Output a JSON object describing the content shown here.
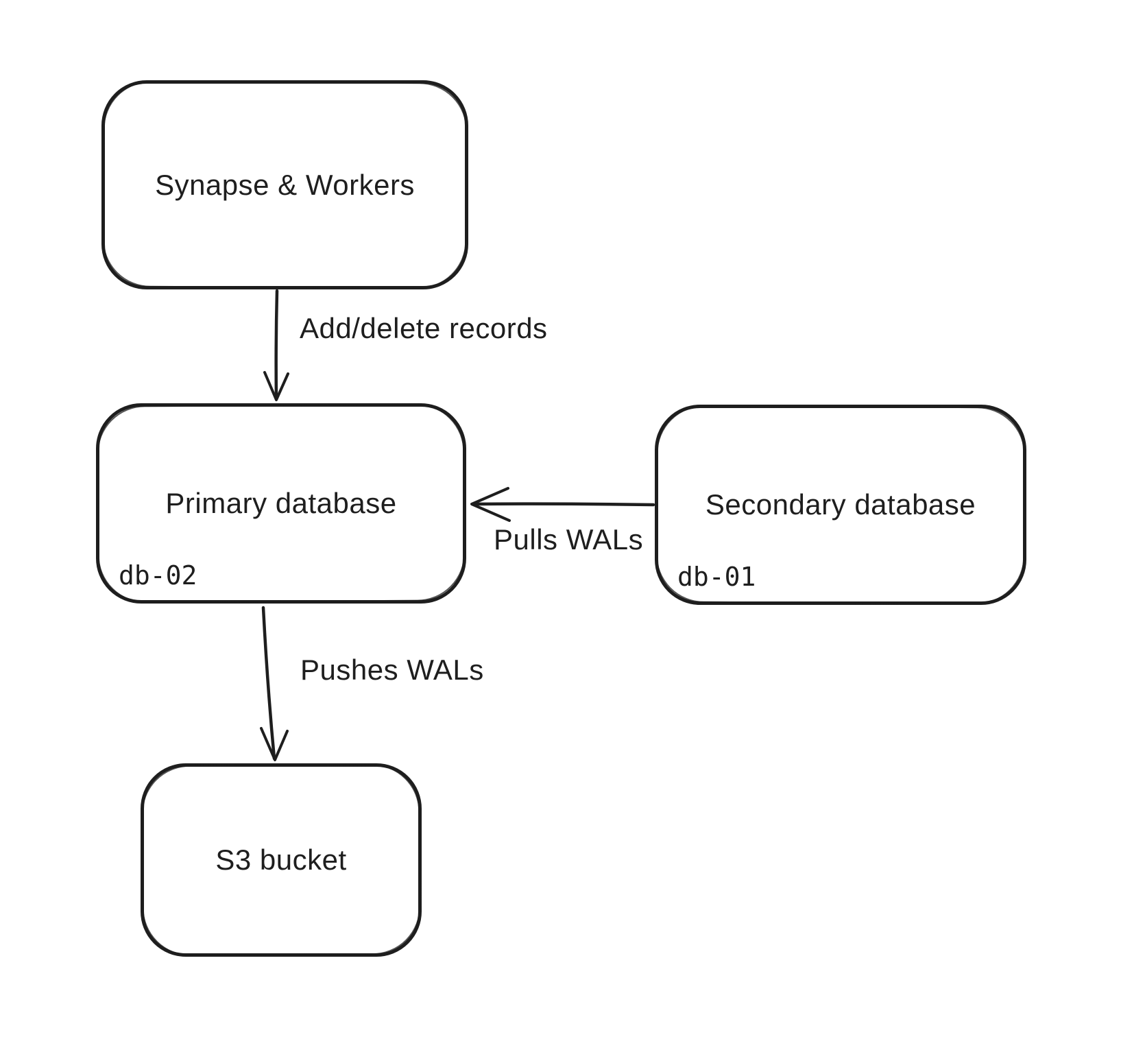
{
  "diagram": {
    "background": "#ffffff",
    "stroke_color": "#1e1e1e",
    "nodes": {
      "synapse": {
        "label": "Synapse & Workers"
      },
      "primary": {
        "label": "Primary database",
        "sublabel": "db-02"
      },
      "secondary": {
        "label": "Secondary database",
        "sublabel": "db-01"
      },
      "s3": {
        "label": "S3 bucket"
      }
    },
    "edges": {
      "synapse_to_primary": {
        "label": "Add/delete records",
        "from": "Synapse & Workers",
        "to": "Primary database",
        "direction": "down"
      },
      "secondary_to_primary": {
        "label": "Pulls WALs",
        "from": "Secondary database",
        "to": "Primary database",
        "direction": "left"
      },
      "primary_to_s3": {
        "label": "Pushes WALs",
        "from": "Primary database",
        "to": "S3 bucket",
        "direction": "down"
      }
    }
  }
}
